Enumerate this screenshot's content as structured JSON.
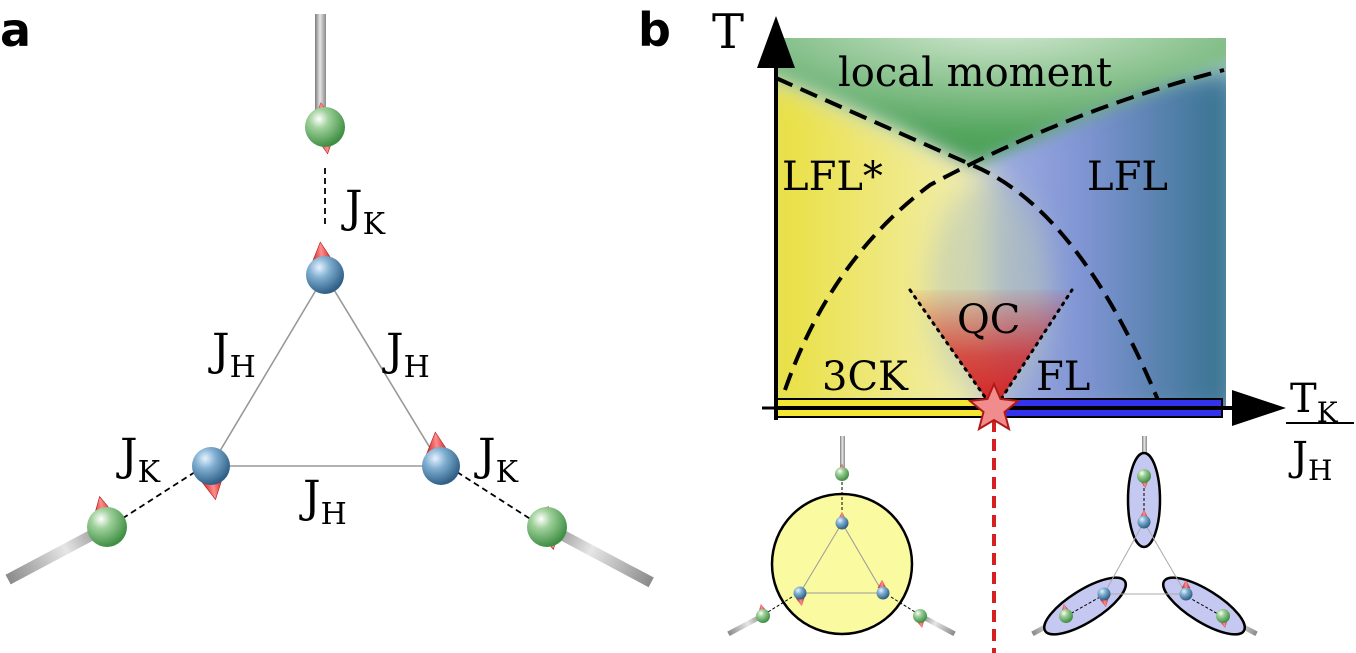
{
  "panel_a": {
    "letter": "a",
    "labels": {
      "jk_top": "J",
      "jk_top_sub": "K",
      "jh_left": "J",
      "jh_left_sub": "H",
      "jh_right": "J",
      "jh_right_sub": "H",
      "jh_bottom": "J",
      "jh_bottom_sub": "H",
      "jk_left": "J",
      "jk_left_sub": "K",
      "jk_right": "J",
      "jk_right_sub": "K"
    }
  },
  "panel_b": {
    "letter": "b",
    "y_axis": "T",
    "x_axis_num": "T",
    "x_axis_num_sub": "K",
    "x_axis_den": "J",
    "x_axis_den_sub": "H",
    "regions": {
      "local_moment": "local moment",
      "lfl_star": "LFL*",
      "lfl": "LFL",
      "qc": "QC",
      "three_ck": "3CK",
      "fl": "FL"
    }
  },
  "colors": {
    "green": "#5fae62",
    "yellow": "#ece54a",
    "blue": "#7f8fd8",
    "teal": "#3c7f98",
    "red": "#d42020",
    "bar_yellow": "#f5e632",
    "bar_blue": "#3333ee",
    "ellipse_yellow": "#fafaa0",
    "ellipse_blue": "#c5c8f0"
  }
}
